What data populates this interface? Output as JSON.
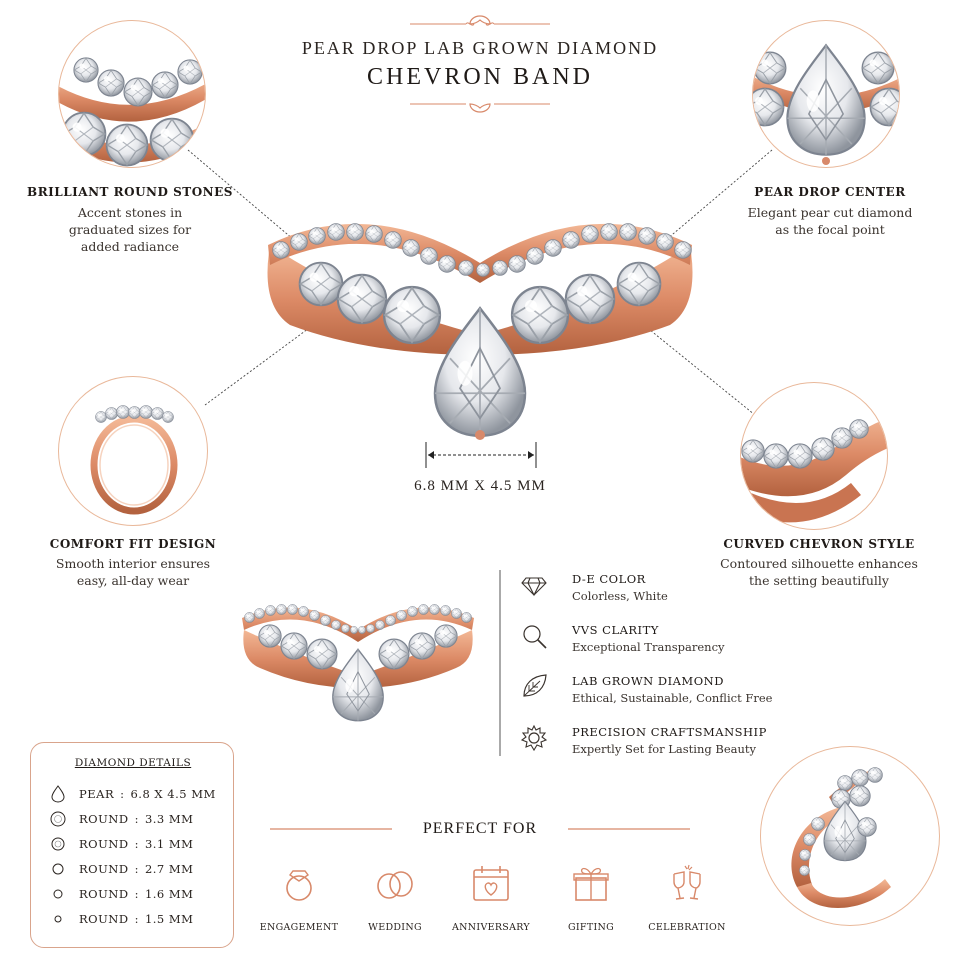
{
  "header": {
    "title_line1": "PEAR DROP LAB GROWN DIAMOND",
    "title_line2": "CHEVRON BAND"
  },
  "features": {
    "round_stones": {
      "title": "BRILLIANT ROUND STONES",
      "desc1": "Accent stones in",
      "desc2": "graduated sizes for",
      "desc3": "added radiance"
    },
    "pear_center": {
      "title": "PEAR DROP CENTER",
      "desc1": "Elegant pear cut diamond",
      "desc2": "as the focal point"
    },
    "comfort_fit": {
      "title": "COMFORT FIT DESIGN",
      "desc1": "Smooth interior ensures",
      "desc2": "easy, all-day wear"
    },
    "chevron_style": {
      "title": "CURVED CHEVRON STYLE",
      "desc1": "Contoured silhouette enhances",
      "desc2": "the setting beautifully"
    }
  },
  "dimension": {
    "label": "6.8 MM X 4.5 MM"
  },
  "specs": [
    {
      "icon": "diamond-icon",
      "title": "D-E COLOR",
      "desc": "Colorless, White"
    },
    {
      "icon": "magnifier-icon",
      "title": "VVS CLARITY",
      "desc": "Exceptional Transparency"
    },
    {
      "icon": "leaf-icon",
      "title": "LAB GROWN DIAMOND",
      "desc": "Ethical, Sustainable, Conflict Free"
    },
    {
      "icon": "gear-icon",
      "title": "PRECISION CRAFTSMANSHIP",
      "desc": "Expertly Set for Lasting Beauty"
    }
  ],
  "diamond_details": {
    "title": "DIAMOND DETAILS",
    "rows": [
      {
        "shape": "PEAR",
        "size": "6.8 X 4.5 MM"
      },
      {
        "shape": "ROUND",
        "size": "3.3 MM"
      },
      {
        "shape": "ROUND",
        "size": "3.1 MM"
      },
      {
        "shape": "ROUND",
        "size": "2.7 MM"
      },
      {
        "shape": "ROUND",
        "size": "1.6 MM"
      },
      {
        "shape": "ROUND",
        "size": "1.5 MM"
      }
    ]
  },
  "perfect_for": {
    "title": "PERFECT FOR",
    "items": [
      {
        "icon": "ring-icon",
        "label": "ENGAGEMENT"
      },
      {
        "icon": "wedding-rings-icon",
        "label": "WEDDING"
      },
      {
        "icon": "calendar-heart-icon",
        "label": "ANNIVERSARY"
      },
      {
        "icon": "gift-icon",
        "label": "GIFTING"
      },
      {
        "icon": "champagne-glasses-icon",
        "label": "CELEBRATION"
      }
    ]
  },
  "colors": {
    "rose_gold": "#d8896a",
    "accent_line": "#e9b89a",
    "text": "#1f1a17"
  }
}
